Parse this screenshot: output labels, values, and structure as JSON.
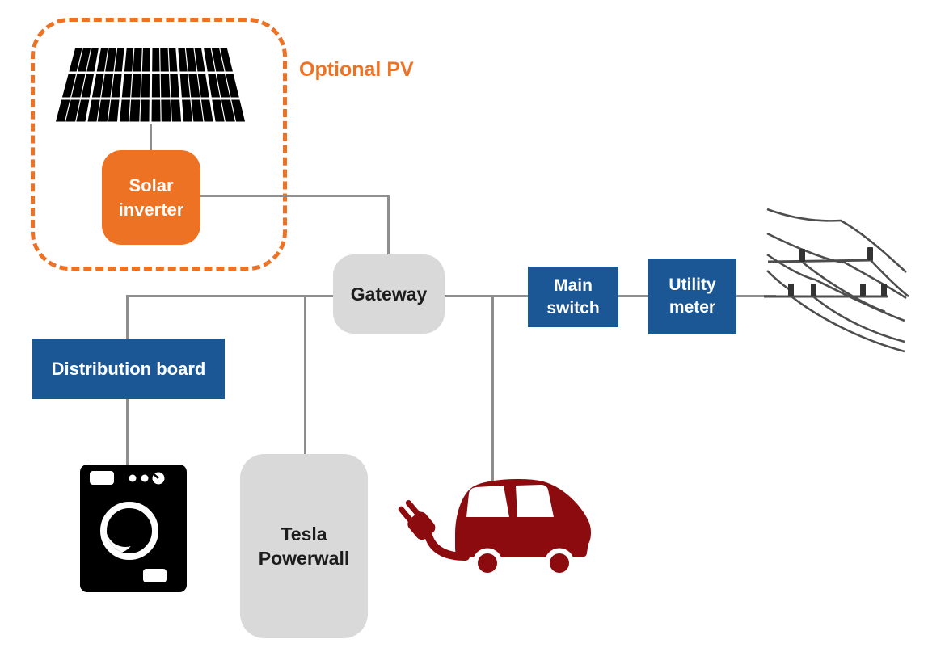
{
  "diagram": {
    "optional_pv_label": "Optional PV",
    "nodes": {
      "solar_inverter": {
        "label": "Solar inverter",
        "bg": "#ed7224",
        "text": "#ffffff"
      },
      "gateway": {
        "label": "Gateway",
        "bg": "#d9d9d9",
        "text": "#1c1c1c"
      },
      "main_switch": {
        "label": "Main switch",
        "bg": "#1a5794",
        "text": "#ffffff"
      },
      "utility_meter": {
        "label": "Utility meter",
        "bg": "#1a5794",
        "text": "#ffffff"
      },
      "distribution_board": {
        "label": "Distribution board",
        "bg": "#1a5794",
        "text": "#ffffff"
      },
      "tesla_powerwall": {
        "label": "Tesla Powerwall",
        "bg": "#d9d9d9",
        "text": "#1c1c1c"
      }
    },
    "icons": [
      {
        "name": "solar-panel-icon",
        "color": "#000000"
      },
      {
        "name": "washing-machine-icon",
        "color": "#000000"
      },
      {
        "name": "ev-car-icon",
        "color": "#8b0b0e"
      },
      {
        "name": "power-lines-icon",
        "color": "#4d4d4d"
      }
    ],
    "colors": {
      "accent_orange": "#ed7224",
      "node_blue": "#1a5794",
      "node_gray": "#d9d9d9",
      "connector_gray": "#8e8e8e",
      "car_red": "#8b0b0e",
      "wire_dark_gray": "#4d4d4d",
      "background": "#ffffff"
    }
  }
}
